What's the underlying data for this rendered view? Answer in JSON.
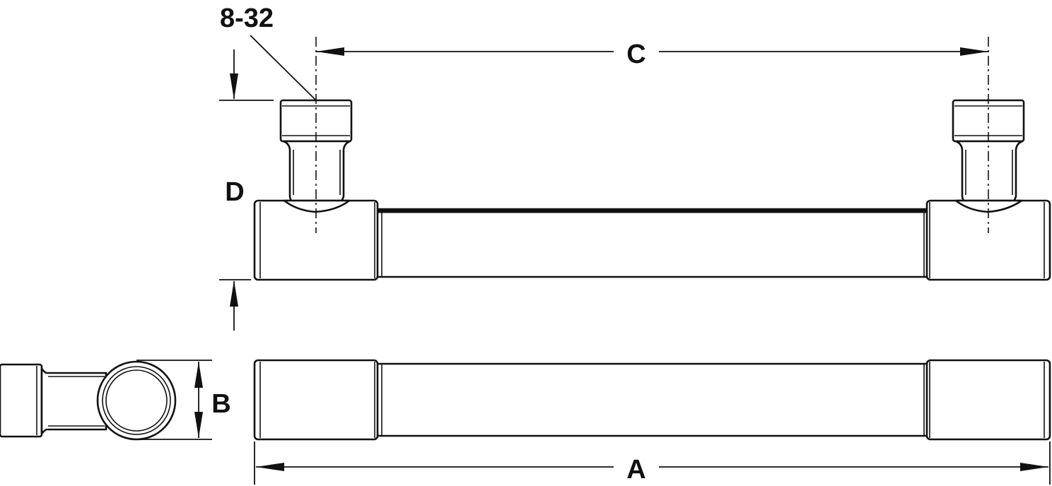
{
  "labels": {
    "thread": "8-32",
    "length_overall": "A",
    "diameter": "B",
    "center_to_center": "C",
    "projection": "D"
  },
  "colors": {
    "line": "#111111",
    "background": "#ffffff"
  }
}
